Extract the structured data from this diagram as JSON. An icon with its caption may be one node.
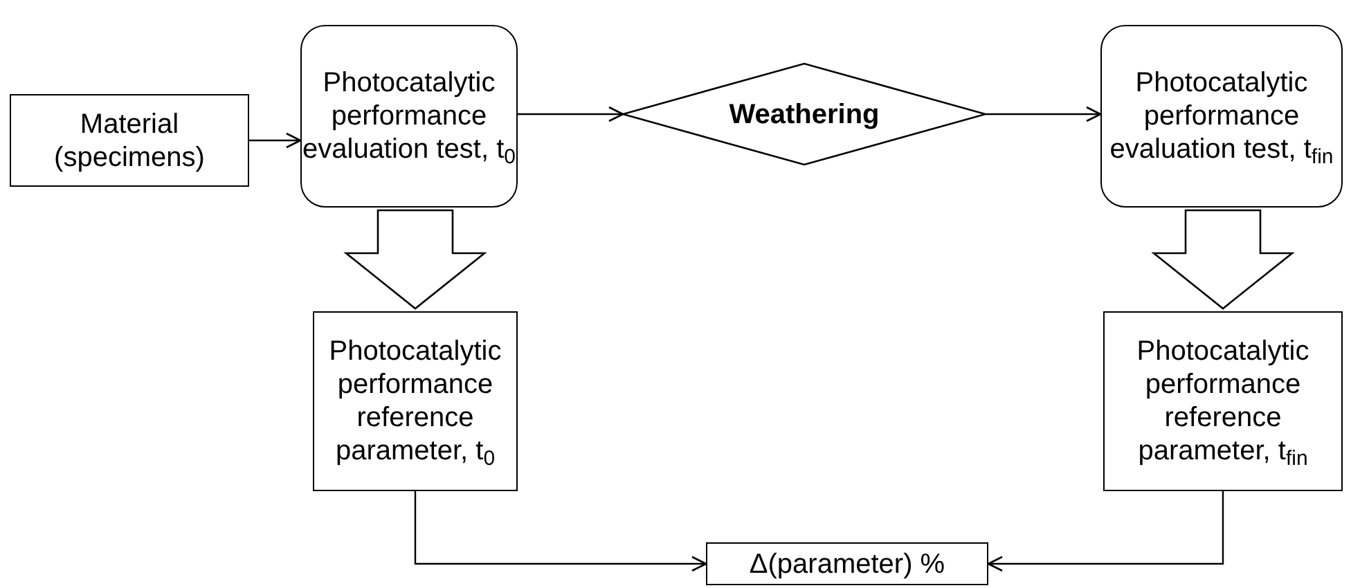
{
  "diagram": {
    "nodes": [
      {
        "text": [
          "Material (specimens)"
        ]
      },
      {
        "text": [
          "Photocatalytic performance evaluation test, t$_{0}$"
        ]
      },
      {
        "text": [
          "Weathering"
        ]
      },
      {
        "text": [
          "Photocatalytic performance evaluation test, t$_{fin}$"
        ]
      },
      {
        "text": [
          "Photocatalytic performance reference parameter, t$_{0}$"
        ]
      },
      {
        "text": [
          "Photocatalytic performance reference parameter, t$_{fin}$"
        ]
      },
      {
        "text": [
          "Δ(parameter) %"
        ]
      }
    ],
    "edges": [
      {
        "from": 0,
        "to": 1,
        "arrow": "to"
      },
      {
        "from": 1,
        "to": 2,
        "arrow": "to"
      },
      {
        "from": 2,
        "to": 3,
        "arrow": "to"
      },
      {
        "from": 1,
        "to": 4,
        "arrow": "to",
        "style": "thick"
      },
      {
        "from": 3,
        "to": 5,
        "arrow": "to",
        "style": "thick"
      },
      {
        "from": 4,
        "to": 6,
        "arrow": "to"
      },
      {
        "from": 5,
        "to": 6,
        "arrow": "to"
      }
    ]
  }
}
